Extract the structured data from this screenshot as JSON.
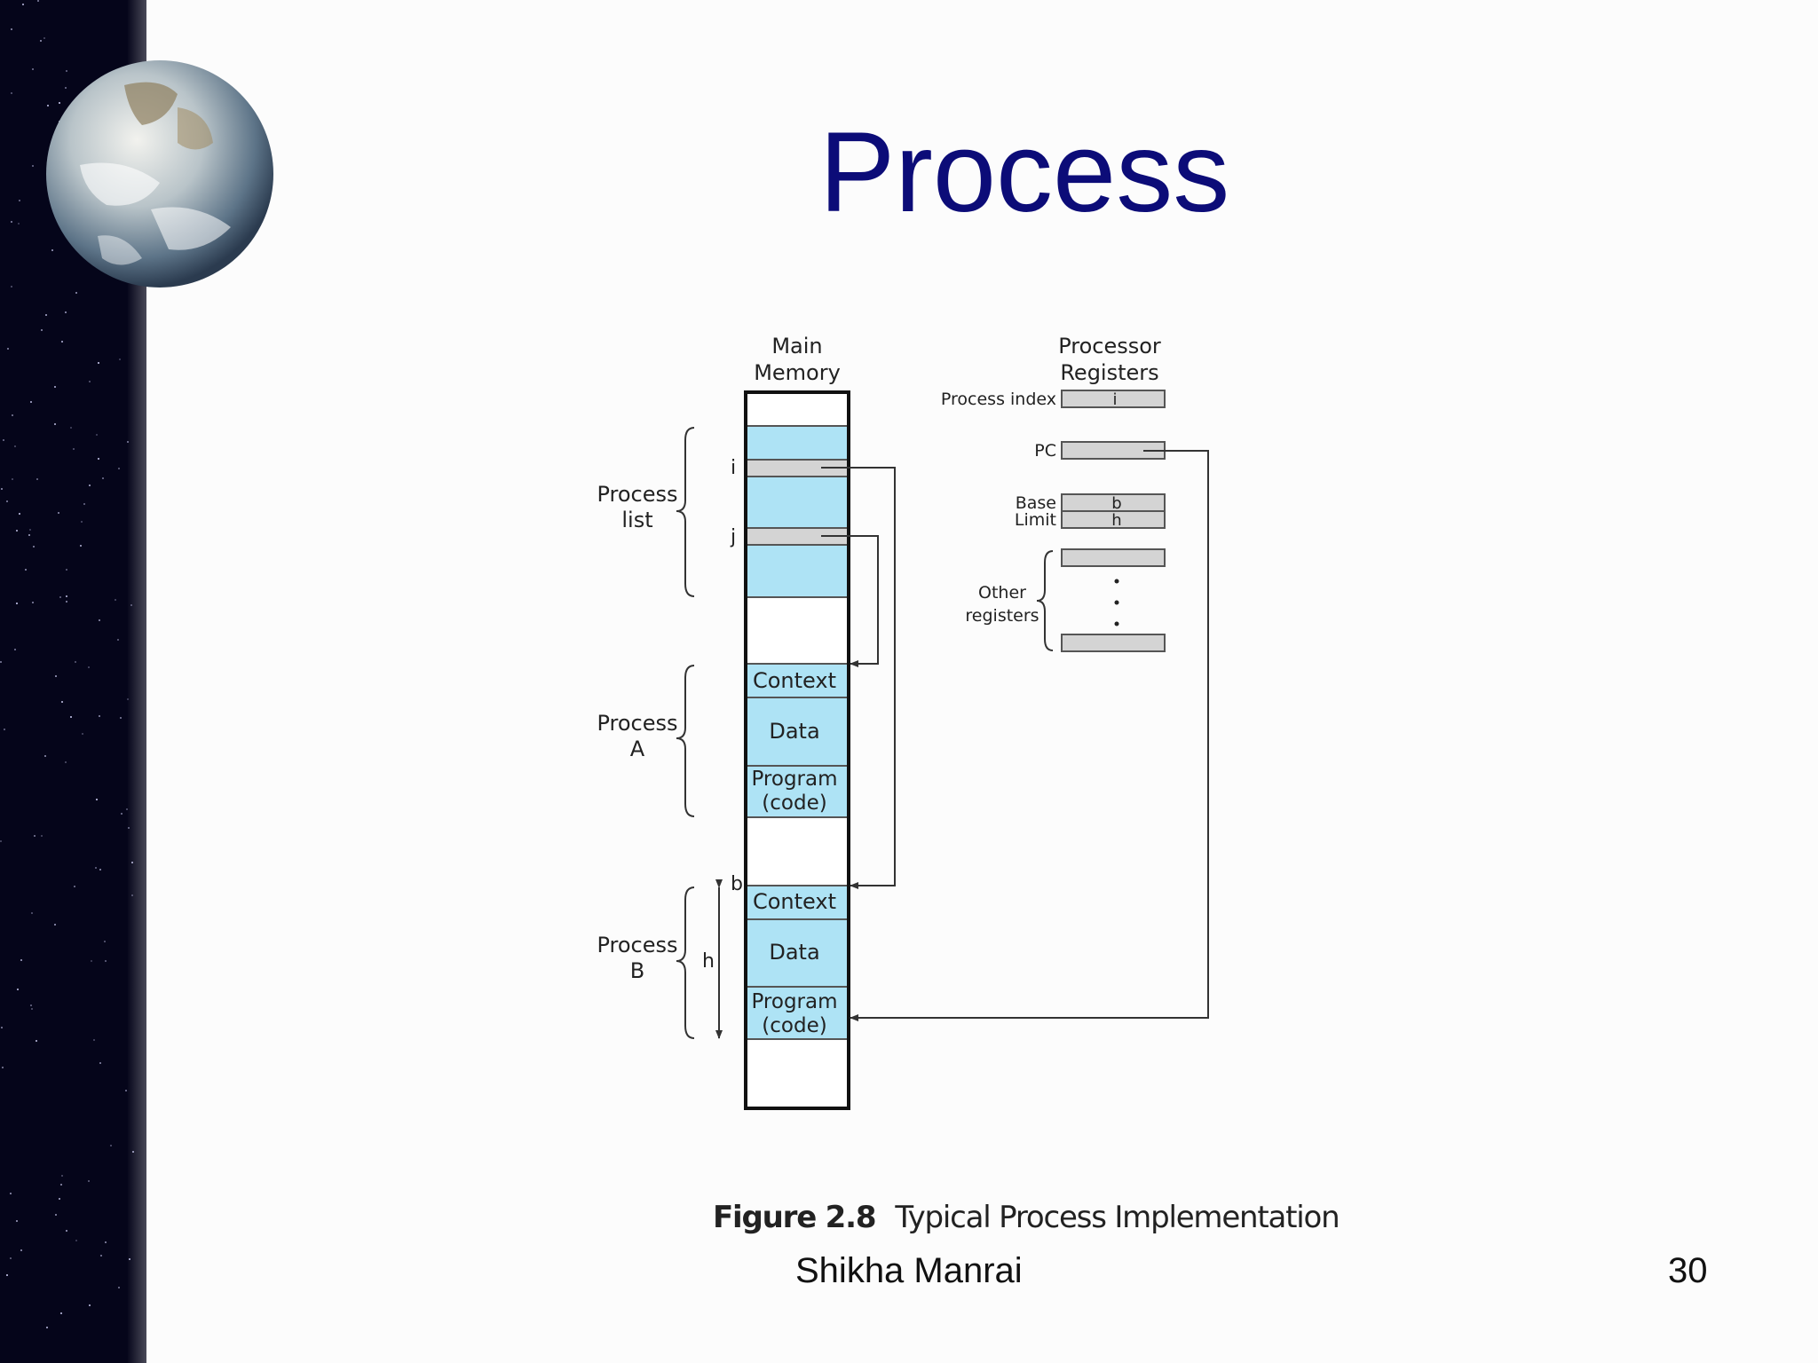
{
  "slide": {
    "title": "Process",
    "author": "Shikha Manrai",
    "page_number": "30"
  },
  "figure": {
    "caption_number": "Figure 2.8",
    "caption_text": "Typical Process Implementation",
    "memory": {
      "header_line1": "Main",
      "header_line2": "Memory",
      "pointer_i": "i",
      "pointer_j": "j",
      "process_a": {
        "context": "Context",
        "data": "Data",
        "program_line1": "Program",
        "program_line2": "(code)"
      },
      "process_b": {
        "context": "Context",
        "data": "Data",
        "program_line1": "Program",
        "program_line2": "(code)"
      }
    },
    "braces": {
      "process_list_line1": "Process",
      "process_list_line2": "list",
      "process_a_line1": "Process",
      "process_a_line2": "A",
      "process_b_line1": "Process",
      "process_b_line2": "B",
      "base_marker": "b",
      "length_marker": "h"
    },
    "registers": {
      "header_line1": "Processor",
      "header_line2": "Registers",
      "process_index_label": "Process index",
      "process_index_value": "i",
      "pc_label": "PC",
      "base_label": "Base",
      "base_value": "b",
      "limit_label": "Limit",
      "limit_value": "h",
      "other_line1": "Other",
      "other_line2": "registers"
    }
  },
  "colors": {
    "title": "#0c0c78",
    "memory_block": "#aee3f5",
    "register_fill": "#d4d4d4",
    "space_background": "#05051a"
  }
}
